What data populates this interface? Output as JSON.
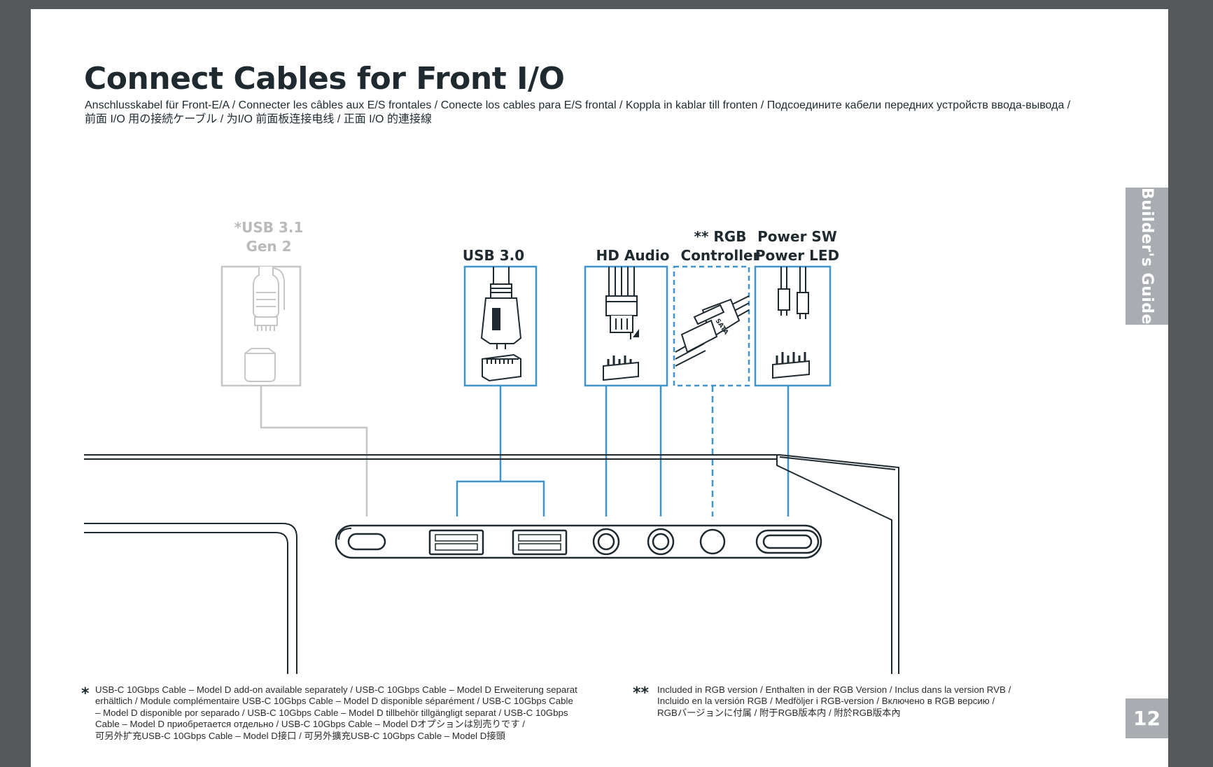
{
  "title": "Connect Cables for Front I/O",
  "subtitle": {
    "line1": "Anschlusskabel für Front-E/A  / Connecter les câbles aux E/S frontales  / Conecte los cables para E/S frontal / Koppla in kablar till fronten / Подсоедините кабели передних устройств ввода-вывода  /",
    "line2": "前面 I/O 用の接続ケーブル / 为I/O 前面板连接电线 / 正面 I/O 的連接線"
  },
  "side_tab": "Builder's Guide",
  "page_number": "12",
  "connectors": {
    "usb31": {
      "star": "*",
      "line1": "USB 3.1",
      "line2": "Gen 2"
    },
    "usb30": {
      "label": "USB 3.0"
    },
    "hd_audio": {
      "label": "HD Audio"
    },
    "rgb": {
      "star": "**",
      "line1": "RGB",
      "line2": "Controller"
    },
    "power": {
      "line1": "Power SW",
      "line2": "Power LED"
    },
    "sata_text": "SATA"
  },
  "footnotes": {
    "single": {
      "marker": "*",
      "lines": [
        "USB-C 10Gbps Cable – Model D add-on available separately / USB-C 10Gbps Cable – Model D Erweiterung separat",
        "erhältlich / Module complémentaire USB-C 10Gbps Cable – Model D disponible séparément  / USB-C 10Gbps Cable",
        "– Model D disponible por separado  / USB-C 10Gbps Cable – Model D tillbehör tillgängligt separat / USB-C 10Gbps",
        "Cable – Model D приобретается отдельно  / USB-C 10Gbps Cable – Model Dオプションは別売りです  /",
        "可另外扩充USB-C 10Gbps Cable – Model D接口 / 可另外擴充USB-C 10Gbps Cable – Model D接頭"
      ]
    },
    "double": {
      "marker": "**",
      "lines": [
        "Included in RGB version / Enthalten in der RGB Version / Inclus dans la version RVB  /",
        "Incluido en la versión RGB  / Medföljer i RGB-version / Включено в RGB версию  /",
        "RGBバージョンに付属  / 附于RGB版本内 / 附於RGB版本內"
      ]
    }
  },
  "colors": {
    "accent_blue": "#3d95cc",
    "grey": "#c4c6c8",
    "ink": "#1e2a2f",
    "tab_grey": "#a9adb1"
  }
}
